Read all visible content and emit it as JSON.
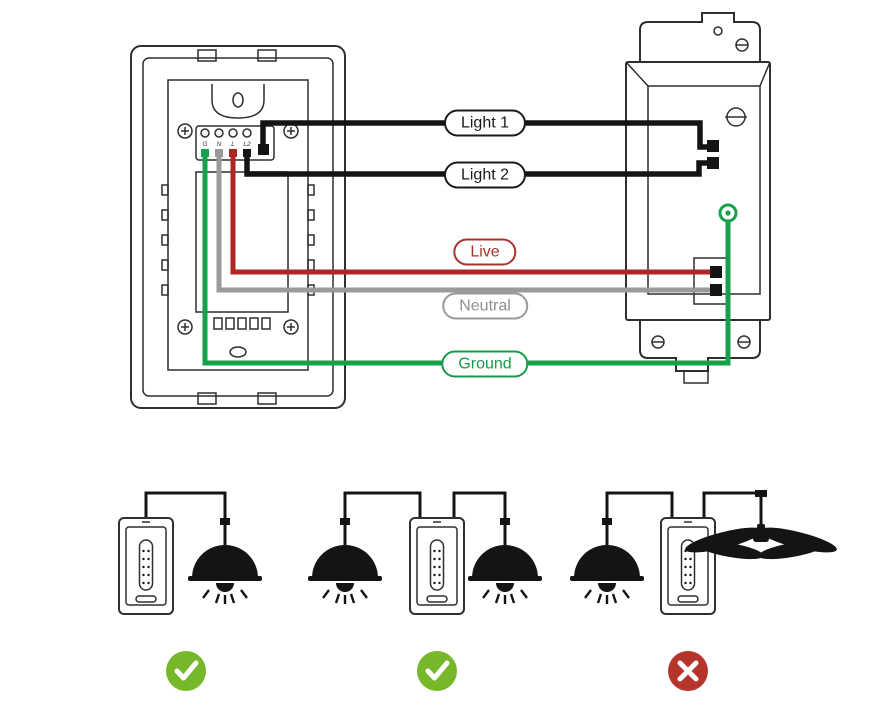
{
  "wires": {
    "light1": {
      "label": "Light 1",
      "color": "#141414"
    },
    "light2": {
      "label": "Light 2",
      "color": "#141414"
    },
    "live": {
      "label": "Live",
      "color": "#b02525"
    },
    "neutral": {
      "label": "Neutral",
      "color": "#9a9a9a"
    },
    "ground": {
      "label": "Ground",
      "color": "#16a04a"
    }
  },
  "terminals": [
    "G",
    "N",
    "L",
    "L2"
  ],
  "scenarios": [
    {
      "name": "switch-with-one-light",
      "status": "allowed",
      "icon": "check"
    },
    {
      "name": "switch-between-two-lights",
      "status": "allowed",
      "icon": "check"
    },
    {
      "name": "switch-with-light-and-fan",
      "status": "not-allowed",
      "icon": "cross"
    }
  ],
  "status_colors": {
    "check_green": "#76b82a",
    "cross_red": "#b5342c"
  }
}
